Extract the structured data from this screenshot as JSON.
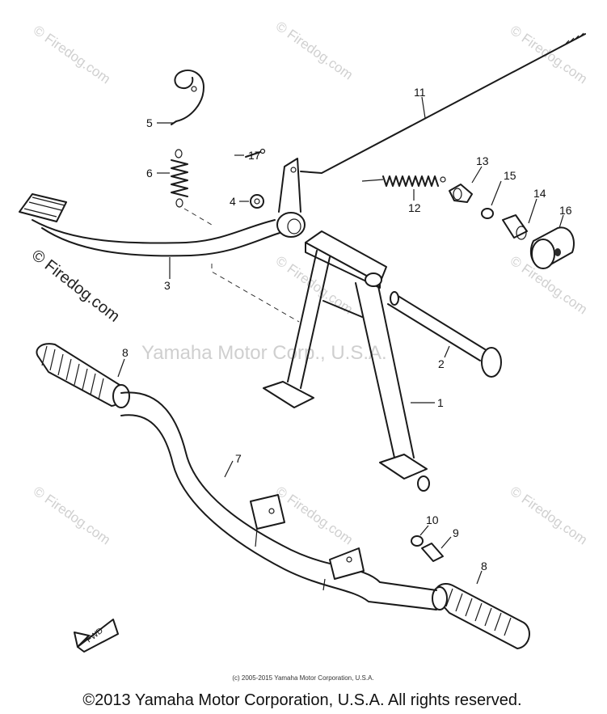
{
  "watermarks": {
    "site": "© Firedog.com",
    "center": "Yamaha Motor Corp., U.S.A."
  },
  "side_credit": "© Firedog.com",
  "labels": {
    "p1": "1",
    "p2": "2",
    "p3": "3",
    "p4": "4",
    "p5": "5",
    "p6": "6",
    "p7": "7",
    "p8a": "8",
    "p8b": "8",
    "p9": "9",
    "p10": "10",
    "p11": "11",
    "p12": "12",
    "p13": "13",
    "p14": "14",
    "p15": "15",
    "p16": "16",
    "p17": "17"
  },
  "fwd_mark": "FWD",
  "copyright_small": "(c) 2005-2015 Yamaha Motor Corporation, U.S.A.",
  "copyright_main": "©2013 Yamaha Motor Corporation, U.S.A. All rights reserved."
}
